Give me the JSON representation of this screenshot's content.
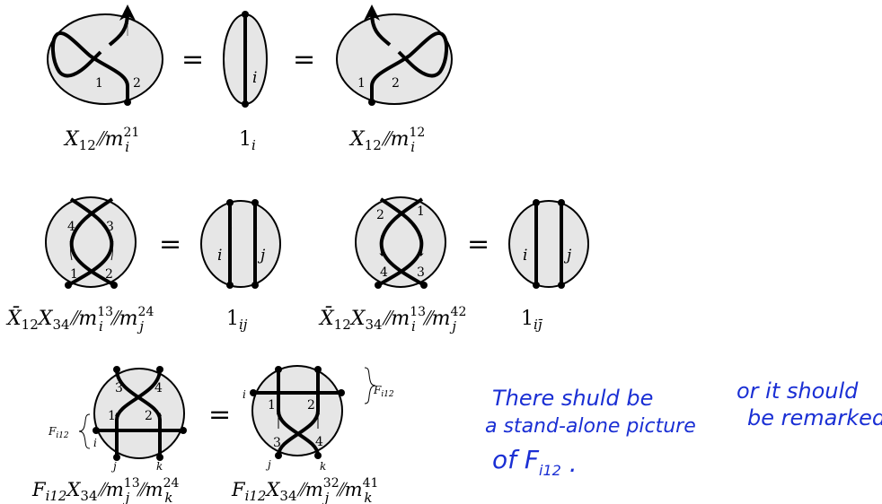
{
  "row1": {
    "eq_sign": "=",
    "lhs": {
      "strand_labels": [
        "1",
        "2"
      ],
      "caption_main": "X",
      "caption_sub": "12",
      "caption_op": "⫽m",
      "caption_sup": "21",
      "caption_idx": "i"
    },
    "mid": {
      "strand_label": "i",
      "caption_main": "1",
      "caption_idx": "i"
    },
    "rhs": {
      "strand_labels": [
        "1",
        "2"
      ],
      "caption_main": "X",
      "caption_sub": "12",
      "caption_op": "⫽m",
      "caption_sup": "12",
      "caption_idx": "i"
    }
  },
  "row2": {
    "eq_sign": "=",
    "left": {
      "strand_labels": [
        "4",
        "3",
        "1",
        "2"
      ],
      "caption": {
        "a": "X̄",
        "a_sub": "12",
        "b": "X",
        "b_sub": "34",
        "op1": "⫽m",
        "sup1": "13",
        "idx1": "i",
        "op2": "⫽m",
        "sup2": "24",
        "idx2": "j"
      }
    },
    "left_rhs": {
      "strand_labels": [
        "i",
        "j"
      ],
      "caption_main": "1",
      "caption_idx": "ij"
    },
    "right": {
      "strand_labels": [
        "2",
        "1",
        "4",
        "3"
      ],
      "caption": {
        "a": "X̄",
        "a_sub": "12",
        "b": "X",
        "b_sub": "34",
        "op1": "⫽m",
        "sup1": "13",
        "idx1": "i",
        "op2": "⫽m",
        "sup2": "42",
        "idx2": "j"
      }
    },
    "right_rhs": {
      "strand_labels": [
        "i",
        "j"
      ],
      "caption_main": "1",
      "caption_idx": "ij̄"
    }
  },
  "row3": {
    "eq_sign": "=",
    "left": {
      "brace_label": "F",
      "brace_sub": "i12",
      "strand_labels": [
        "3",
        "4",
        "1",
        "2"
      ],
      "end_labels": [
        "i",
        "j",
        "k"
      ],
      "caption": {
        "a": "F",
        "a_sub": "i12",
        "b": "X",
        "b_sub": "34",
        "op1": "⫽m",
        "sup1": "13",
        "idx1": "j",
        "op2": "⫽m",
        "sup2": "24",
        "idx2": "k"
      }
    },
    "right": {
      "brace_label": "F",
      "brace_sub": "i12",
      "strand_labels": [
        "1",
        "2",
        "3",
        "4"
      ],
      "end_labels": [
        "i",
        "j",
        "k"
      ],
      "caption": {
        "a": "F",
        "a_sub": "i12",
        "b": "X",
        "b_sub": "34",
        "op1": "⫽m",
        "sup1": "32",
        "idx1": "j",
        "op2": "⫽m",
        "sup2": "41",
        "idx2": "k"
      }
    }
  },
  "notes": {
    "note1_lines": [
      "There shuld be",
      "a stand-alone picture",
      "of F"
    ],
    "note1_sub": "i12",
    "note2_lines": [
      "or it should",
      "be remarked."
    ],
    "color": "#1a2fd4"
  }
}
